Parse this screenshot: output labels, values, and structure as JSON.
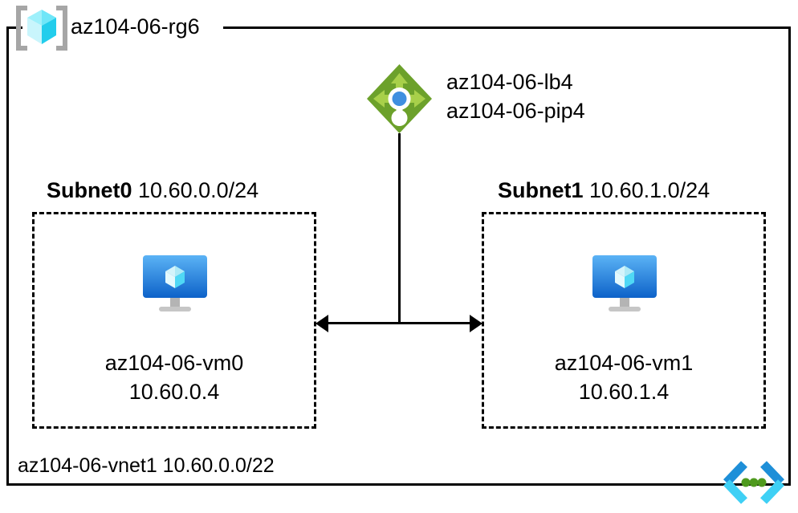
{
  "diagram": {
    "resource_group": {
      "icon": "resource-group-cube-icon",
      "name": "az104-06-rg6"
    },
    "load_balancer": {
      "icon": "load-balancer-icon",
      "lines": [
        "az104-06-lb4",
        "az104-06-pip4"
      ]
    },
    "subnets": [
      {
        "icon": "virtual-machine-icon",
        "title": "Subnet0",
        "cidr": "10.60.0.0/24",
        "vm_name": "az104-06-vm0",
        "vm_ip": "10.60.0.4"
      },
      {
        "icon": "virtual-machine-icon",
        "title": "Subnet1",
        "cidr": "10.60.1.0/24",
        "vm_name": "az104-06-vm1",
        "vm_ip": "10.60.1.4"
      }
    ],
    "vnet": {
      "icon": "virtual-network-icon",
      "label": "az104-06-vnet1 10.60.0.0/22"
    },
    "colors": {
      "border": "#000000",
      "lb_diamond": "#6ca12b",
      "lb_arrow": "#a8d04a",
      "lb_center_dot": "#3f8fe0",
      "vm_screen_top": "#50a8f0",
      "vm_screen_bottom": "#0f6cd0",
      "vm_cube": "#b8ecf8",
      "vm_stand": "#b4b4b4",
      "rg_cube": "#40d8f0",
      "rg_bracket": "#a6a6a6",
      "vnet_chevron_dark": "#1e8fd8",
      "vnet_chevron_light": "#3fd0f5",
      "vnet_dot": "#4f9a1e"
    }
  }
}
